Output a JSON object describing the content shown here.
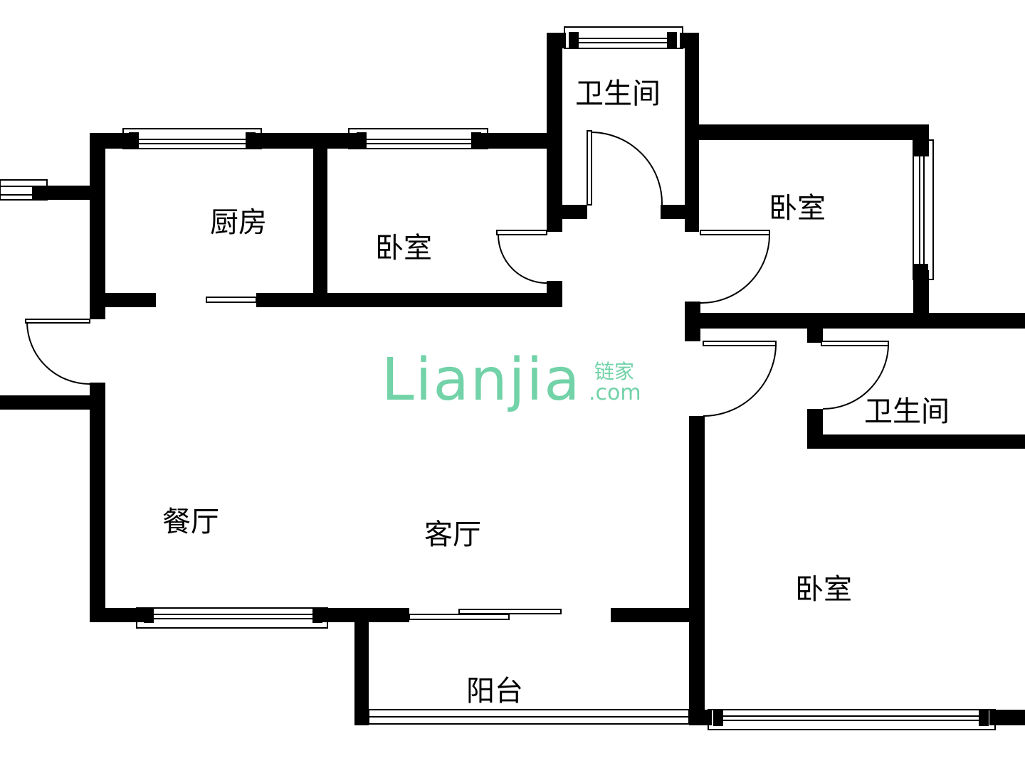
{
  "floorplan": {
    "rooms": {
      "kitchen": "厨房",
      "bedroom_north": "卧室",
      "bathroom_north": "卫生间",
      "bedroom_east": "卧室",
      "bathroom_east": "卫生间",
      "dining": "餐厅",
      "living": "客厅",
      "bedroom_southeast": "卧室",
      "balcony": "阳台"
    },
    "colors": {
      "wall": "#000000",
      "logo": "#72d2a8"
    }
  },
  "watermark": {
    "brand": "Lianjia",
    "cn": "链家",
    "domain": ".com"
  }
}
